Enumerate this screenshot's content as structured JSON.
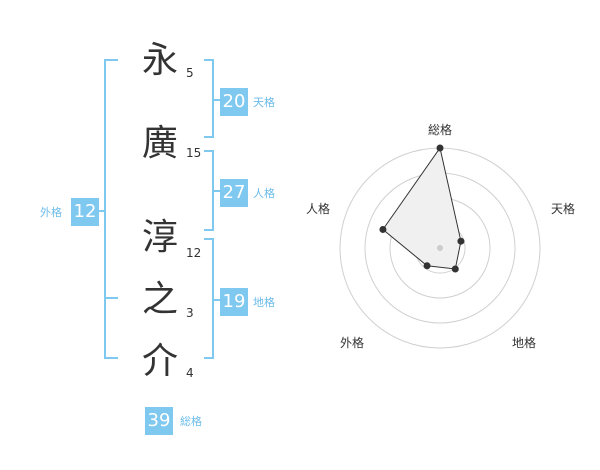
{
  "characters": [
    {
      "char": "永",
      "strokes": "5"
    },
    {
      "char": "廣",
      "strokes": "15"
    },
    {
      "char": "淳",
      "strokes": "12"
    },
    {
      "char": "之",
      "strokes": "3"
    },
    {
      "char": "介",
      "strokes": "4"
    }
  ],
  "fortunes": {
    "tenkaku": {
      "label": "天格",
      "value": "20"
    },
    "jinkaku": {
      "label": "人格",
      "value": "27"
    },
    "chikaku": {
      "label": "地格",
      "value": "19"
    },
    "gaikaku": {
      "label": "外格",
      "value": "12"
    },
    "soukaku": {
      "label": "総格",
      "value": "39"
    }
  },
  "colors": {
    "accent": "#7fc8f0",
    "accent_text": "#6bbbe8",
    "text": "#333333",
    "radar_fill": "#f0f0f0",
    "radar_ring": "#d0d0d0"
  },
  "chart_data": {
    "type": "radar",
    "axes": [
      "総格",
      "天格",
      "地格",
      "外格",
      "人格"
    ],
    "rings": 4,
    "values": [
      1.0,
      0.22,
      0.26,
      0.22,
      0.6
    ]
  }
}
